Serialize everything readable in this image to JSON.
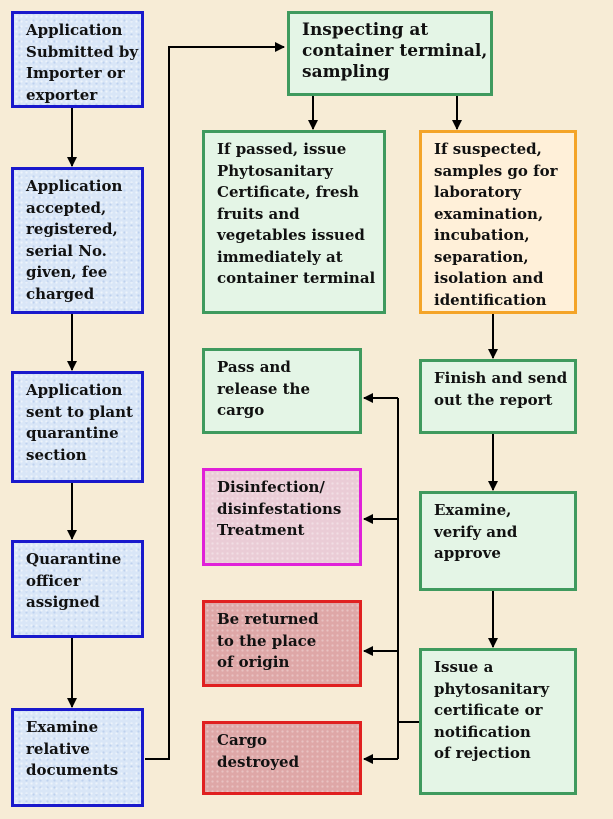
{
  "boxes": {
    "submitted": [
      "Application",
      "Submitted by",
      "Importer or",
      "exporter"
    ],
    "accepted": [
      "Application",
      "accepted,",
      "registered,",
      "serial No.",
      "given, fee",
      "charged"
    ],
    "sent": [
      "Application",
      "sent to plant",
      "quarantine",
      "section"
    ],
    "officer": [
      "Quarantine",
      "officer",
      "assigned"
    ],
    "examine_docs": [
      "Examine",
      "relative",
      "documents"
    ],
    "inspect": [
      "Inspecting at",
      "container terminal,",
      "sampling"
    ],
    "passed": [
      "If passed, issue",
      "Phytosanitary",
      "Certificate, fresh",
      "fruits and",
      "vegetables issued",
      "immediately at",
      "container terminal"
    ],
    "suspected": [
      "If suspected,",
      "samples go for",
      "laboratory",
      "examination,",
      "incubation,",
      "separation,",
      "isolation and",
      "identification"
    ],
    "finish": [
      "Finish and send",
      "out the report"
    ],
    "verify": [
      "Examine,",
      "verify and",
      "approve"
    ],
    "issue": [
      "Issue a",
      "phytosanitary",
      "certificate or",
      "notification",
      "of rejection"
    ],
    "pass_release": [
      "Pass and",
      "release the",
      "cargo"
    ],
    "disinfection": [
      "Disinfection/",
      "disinfestations",
      "Treatment"
    ],
    "returned": [
      "Be returned",
      "to the place",
      "of origin"
    ],
    "destroyed": [
      "Cargo",
      "destroyed"
    ]
  },
  "colors": {
    "blue_border": "#1919cc",
    "green_border": "#3f9a5e",
    "orange_border": "#f4a428",
    "magenta_border": "#e020d8",
    "red_border": "#e02020",
    "background": "#f7ecd6"
  }
}
